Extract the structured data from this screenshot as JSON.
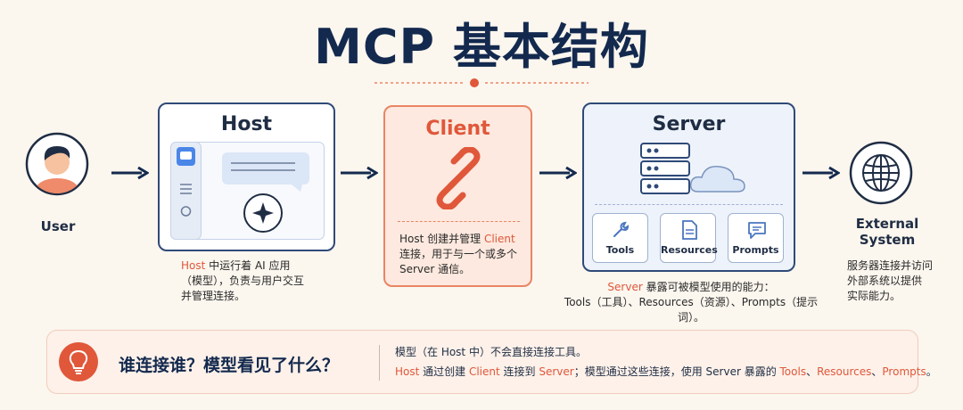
{
  "title": "MCP 基本结构",
  "user": {
    "label": "User"
  },
  "host": {
    "title": "Host",
    "caption_hl": "Host",
    "caption_l1": " 中运行着 AI 应用",
    "caption_l2": "（模型），负责与用户交互",
    "caption_l3": "并管理连接。"
  },
  "client": {
    "title": "Client",
    "desc_l1a": "Host 创建并管理 ",
    "desc_l1b": "Client",
    "desc_l2": "连接，用于与一个或多个",
    "desc_l3": "Server 通信。"
  },
  "server": {
    "title": "Server",
    "items": [
      {
        "label": "Tools",
        "icon": "wrench-icon"
      },
      {
        "label": "Resources",
        "icon": "document-icon"
      },
      {
        "label": "Prompts",
        "icon": "chat-icon"
      }
    ],
    "caption_hl": "Server",
    "caption_l1": " 暴露可被模型使用的能力：",
    "caption_l2": "Tools（工具）、Resources（资源）、Prompts（提示词）。"
  },
  "external": {
    "label_l1": "External",
    "label_l2": "System",
    "caption_l1": "服务器连接并访问",
    "caption_l2": "外部系统以提供",
    "caption_l3": "实际能力。"
  },
  "bottom": {
    "question": "谁连接谁？模型看见了什么？",
    "line1": "模型（在 Host 中）不会直接连接工具。",
    "l2_a": "Host",
    "l2_b": " 通过创建 ",
    "l2_c": "Client",
    "l2_d": " 连接到 ",
    "l2_e": "Server",
    "l2_f": "；模型通过这些连接，使用 Server 暴露的 ",
    "l2_g": "Tools",
    "l2_h": "、",
    "l2_i": "Resources",
    "l2_j": "、",
    "l2_k": "Prompts",
    "l2_l": "。"
  },
  "colors": {
    "navy": "#13294e",
    "accent": "#e0573a",
    "client_bg": "#fde9df",
    "server_bg": "#eef3fb"
  }
}
